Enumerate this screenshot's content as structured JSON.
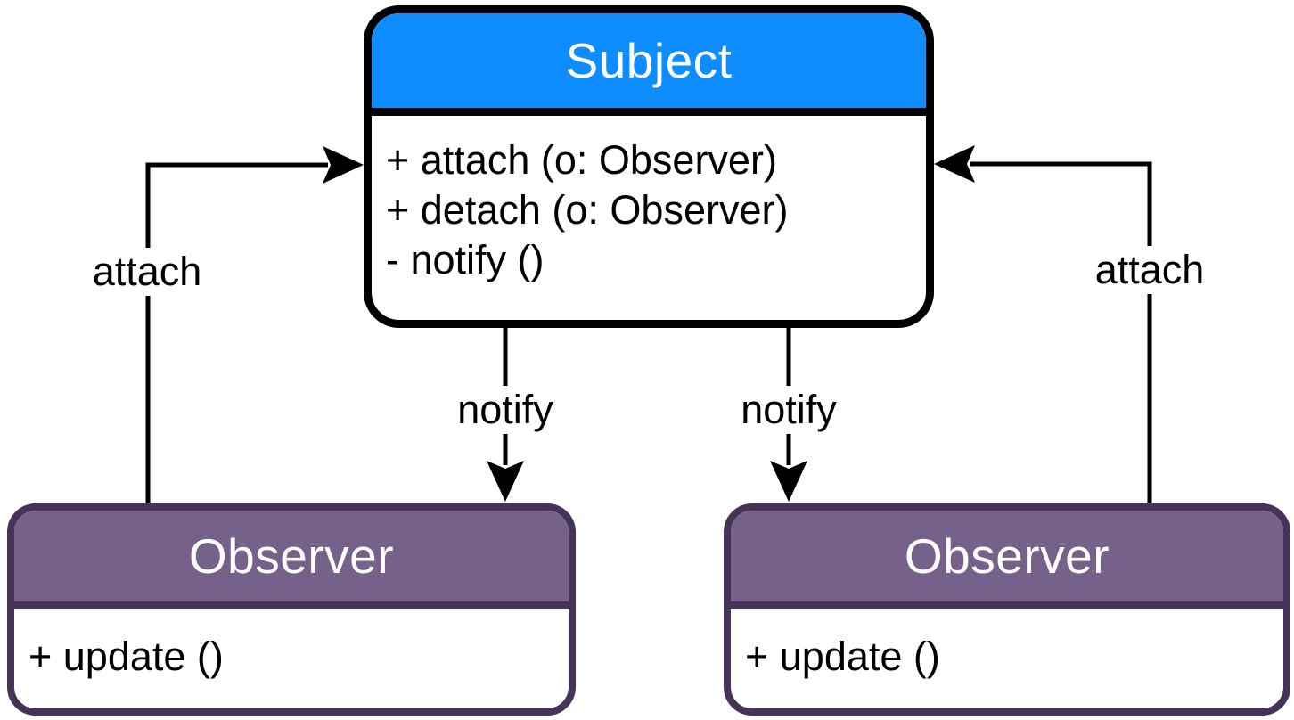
{
  "diagram": {
    "kind": "uml-class-diagram",
    "pattern": "Observer"
  },
  "classes": {
    "subject": {
      "title": "Subject",
      "members": [
        "+ attach (o: Observer)",
        "+ detach (o: Observer)",
        "- notify ()"
      ]
    },
    "observer_left": {
      "title": "Observer",
      "members": [
        "+ update ()"
      ]
    },
    "observer_right": {
      "title": "Observer",
      "members": [
        "+ update ()"
      ]
    }
  },
  "edges": {
    "attach_left": {
      "label": "attach"
    },
    "attach_right": {
      "label": "attach"
    },
    "notify_left": {
      "label": "notify"
    },
    "notify_right": {
      "label": "notify"
    }
  },
  "colors": {
    "background": "#ffffff",
    "subject-header": "#0d8dff",
    "subject-border": "#000000",
    "observer-header": "#75618a",
    "observer-border": "#463358",
    "header-text": "#ffffff",
    "body-text": "#000000",
    "connector": "#000000"
  }
}
